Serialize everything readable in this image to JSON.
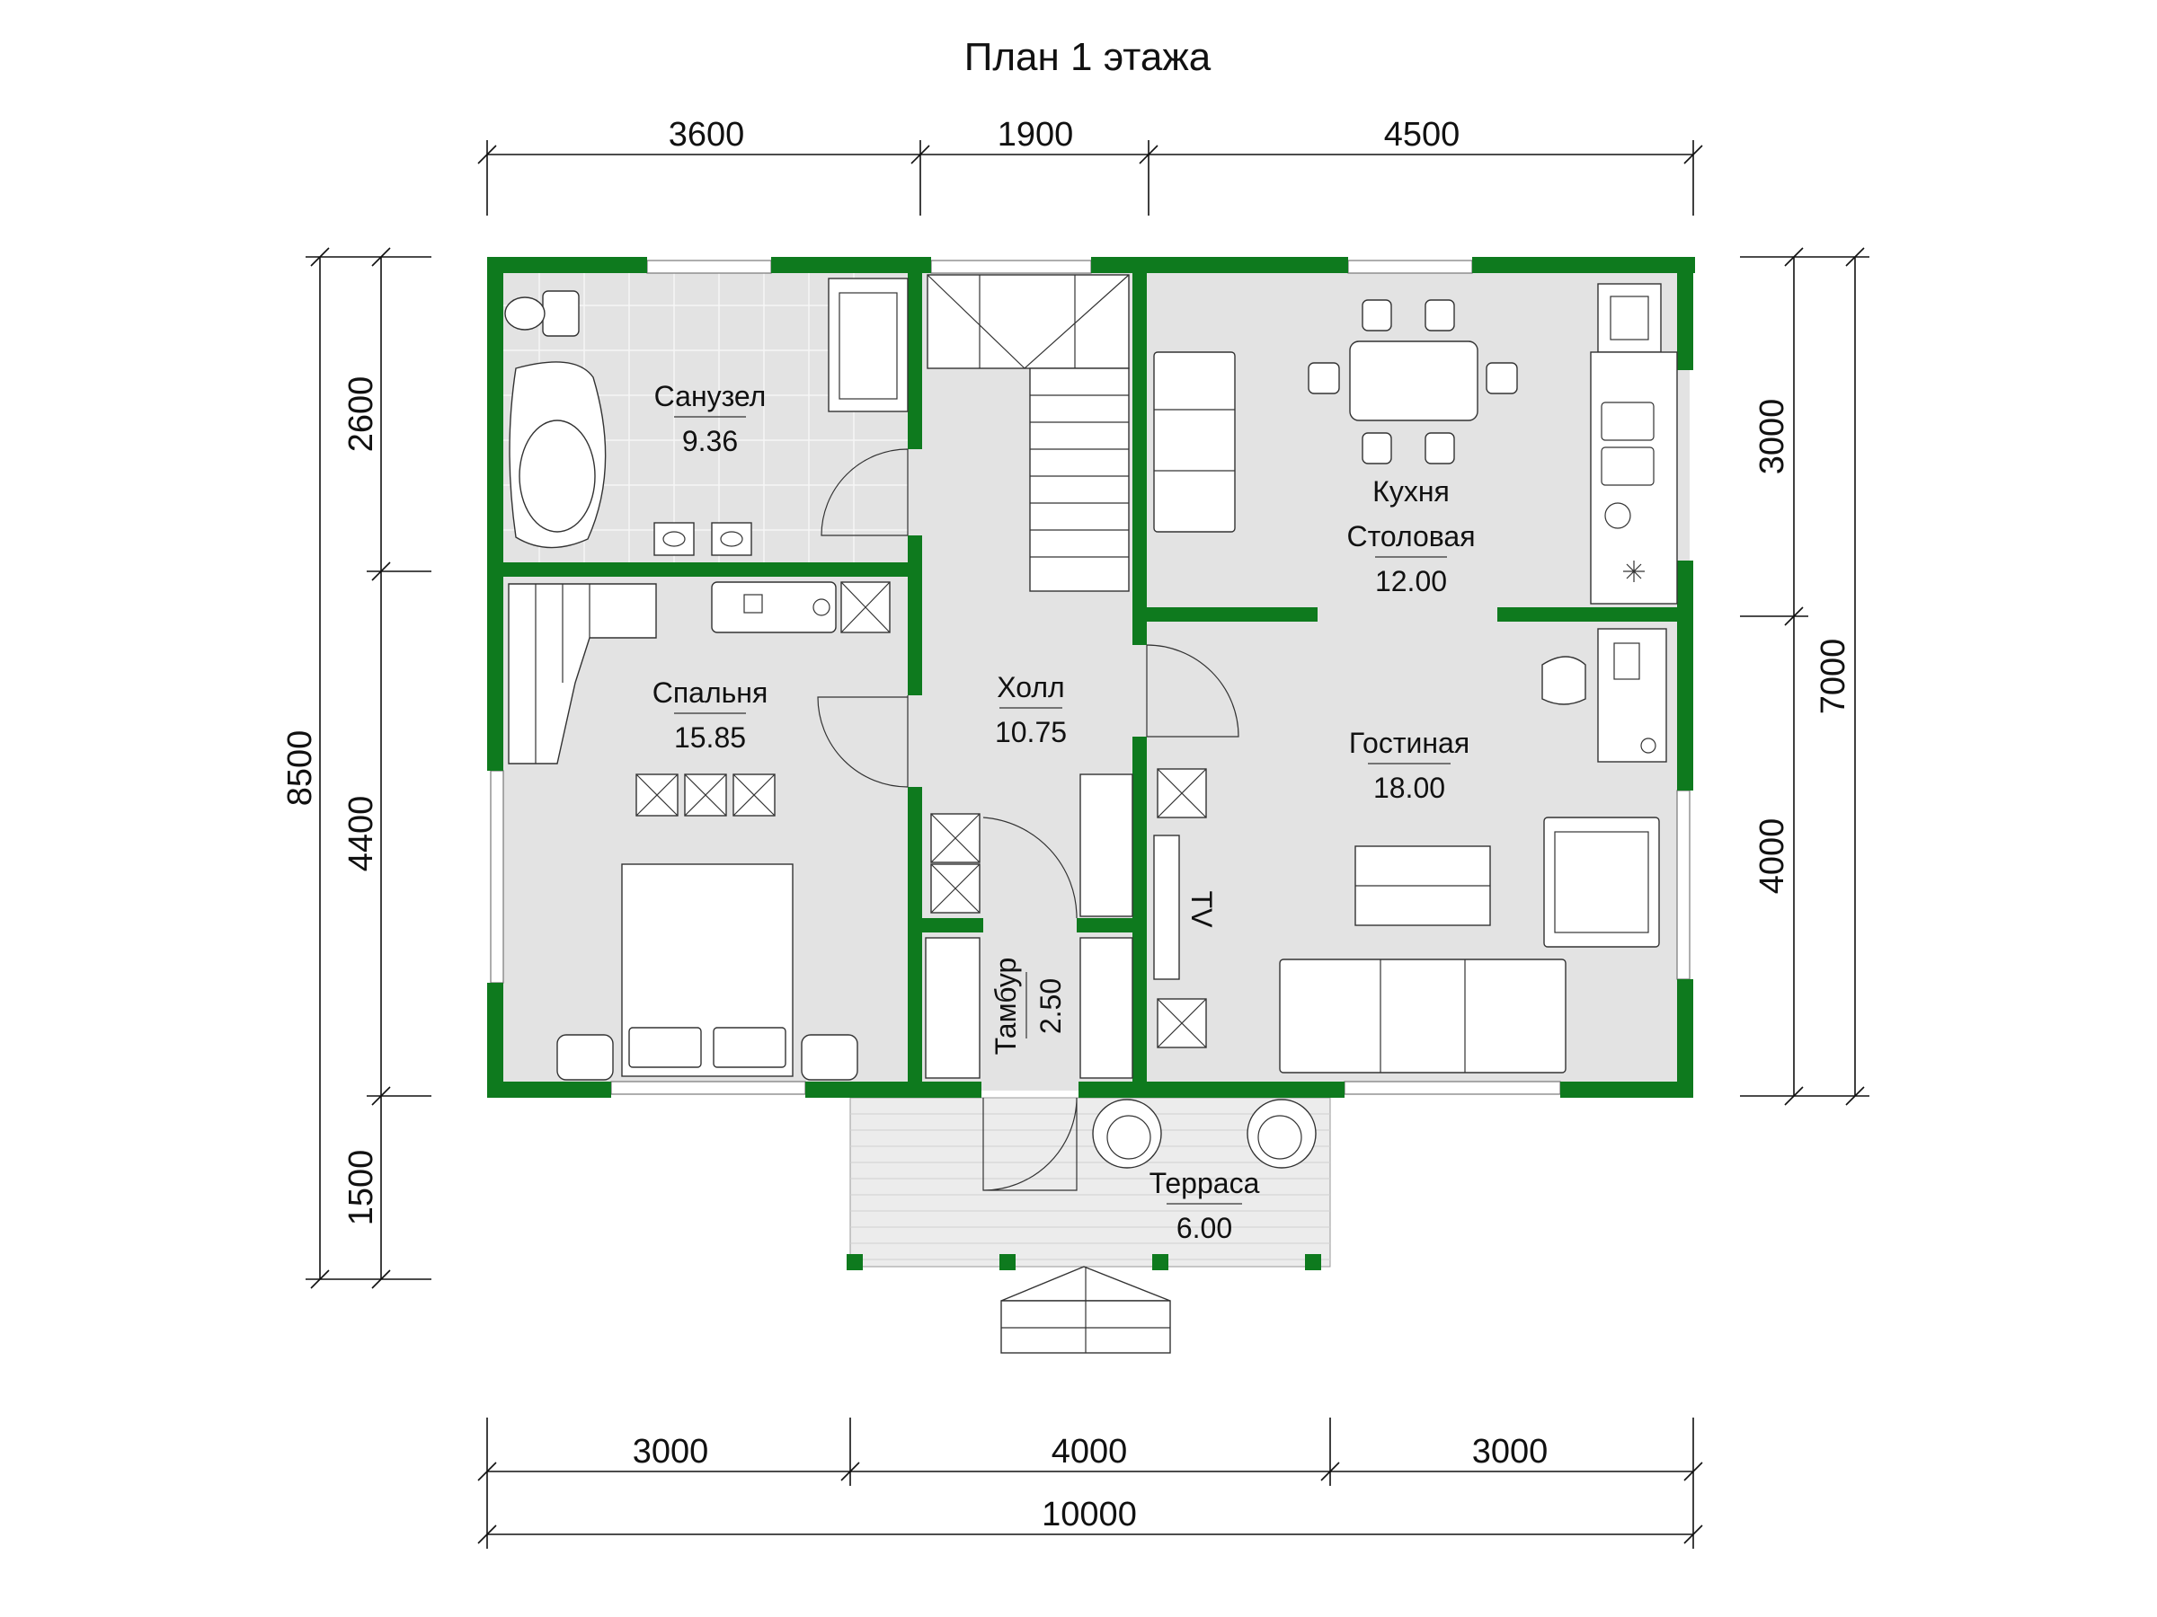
{
  "title": "План 1 этажа",
  "colors": {
    "wall": "#0e7a1e",
    "floor": "#e3e3e3",
    "terrace": "#ececec",
    "window": "#ffffff"
  },
  "dims": {
    "top": [
      "3600",
      "1900",
      "4500"
    ],
    "bottom": [
      "3000",
      "4000",
      "3000"
    ],
    "total": "10000",
    "left_outer": "8500",
    "left_inner": [
      "2600",
      "4400",
      "1500"
    ],
    "right_outer": "7000",
    "right_inner": [
      "3000",
      "4000"
    ]
  },
  "rooms": {
    "bath": {
      "name": "Санузел",
      "area": "9.36"
    },
    "bedroom": {
      "name": "Спальня",
      "area": "15.85"
    },
    "hall": {
      "name": "Холл",
      "area": "10.75"
    },
    "kitchen": {
      "name1": "Кухня",
      "name2": "Столовая",
      "area": "12.00"
    },
    "living": {
      "name": "Гостиная",
      "area": "18.00"
    },
    "vestibule": {
      "name": "Тамбур",
      "area": "2.50"
    },
    "terrace": {
      "name": "Терраса",
      "area": "6.00"
    }
  },
  "tv_label": "TV",
  "icons": [
    "toilet-icon",
    "bathtub-icon",
    "shower-icon",
    "sink-icon",
    "stove-icon",
    "bed-icon",
    "sofa-icon",
    "armchair-icon",
    "table-icon",
    "chair-icon",
    "stairs-icon",
    "door-swing-icon"
  ]
}
